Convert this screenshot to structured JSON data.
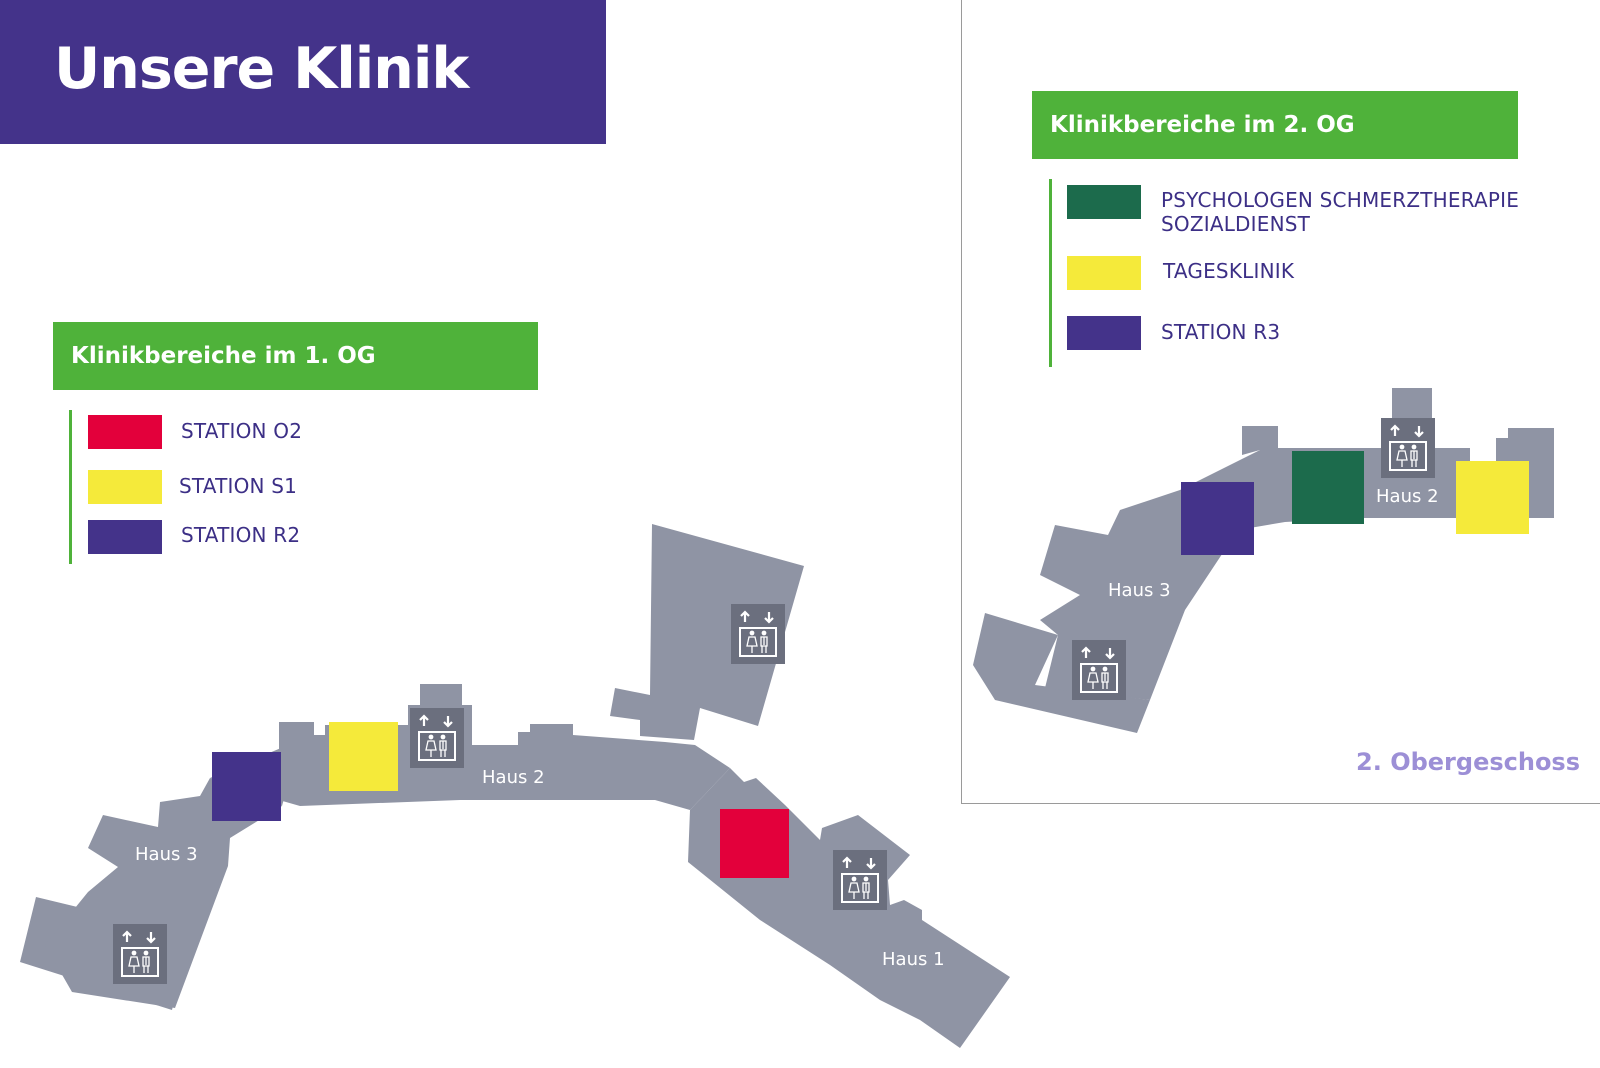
{
  "page": {
    "title": "Unsere Klinik"
  },
  "floor1": {
    "legend_title": "Klinikbereiche im 1. OG",
    "items": [
      {
        "label": "STATION O2",
        "color": "#e3003b"
      },
      {
        "label": "STATION S1",
        "color": "#f5ea3a"
      },
      {
        "label": "STATION R2",
        "color": "#44338a"
      }
    ],
    "houses": [
      "Haus 3",
      "Haus 2",
      "Haus 1"
    ]
  },
  "floor2": {
    "legend_title": "Klinikbereiche im 2. OG",
    "items": [
      {
        "label": "PSYCHOLOGEN SCHMERZTHERAPIE",
        "label2": "SOZIALDIENST",
        "color": "#1c6b4c"
      },
      {
        "label": "TAGESKLINIK",
        "color": "#f5ea3a"
      },
      {
        "label": "STATION R3",
        "color": "#44338a"
      }
    ],
    "houses": [
      "Haus 3",
      "Haus 2"
    ],
    "floor_name": "2. Obergeschoss"
  },
  "colors": {
    "building": "#8f94a4",
    "accent_green": "#4fb23a",
    "brand_purple": "#44338a",
    "elevator_icon_bg": "#6b6f7e"
  },
  "icons": [
    "elevator-icon"
  ]
}
